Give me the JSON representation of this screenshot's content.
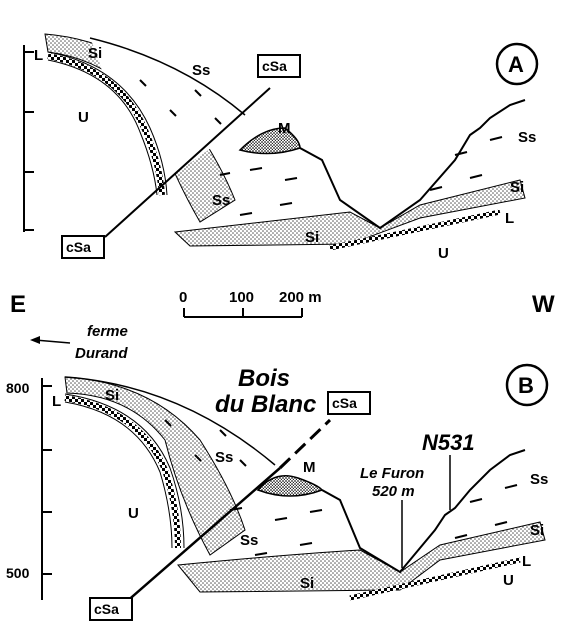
{
  "panel_a": {
    "badge": "A",
    "layers": {
      "L": "L",
      "Si": "Si",
      "Ss": "Ss",
      "U": "U",
      "M": "M"
    },
    "fault_label": "cSa"
  },
  "panel_b": {
    "badge": "B",
    "layers": {
      "L": "L",
      "Si": "Si",
      "Ss": "Ss",
      "U": "U",
      "M": "M"
    },
    "fault_label": "cSa",
    "place_bois": [
      "Bois",
      "du Blanc"
    ],
    "place_ferme": [
      "ferme",
      "Durand"
    ],
    "place_road": "N531",
    "place_furon": [
      "Le Furon",
      "520 m"
    ],
    "elev_top": "800",
    "elev_bottom": "500"
  },
  "orientation": {
    "east": "E",
    "west": "W"
  },
  "scale": {
    "tick0": "0",
    "tick1": "100",
    "tick2": "200 m"
  },
  "colors": {
    "ink": "#000000",
    "paper": "#ffffff",
    "stipple": "#9a9a9a"
  }
}
